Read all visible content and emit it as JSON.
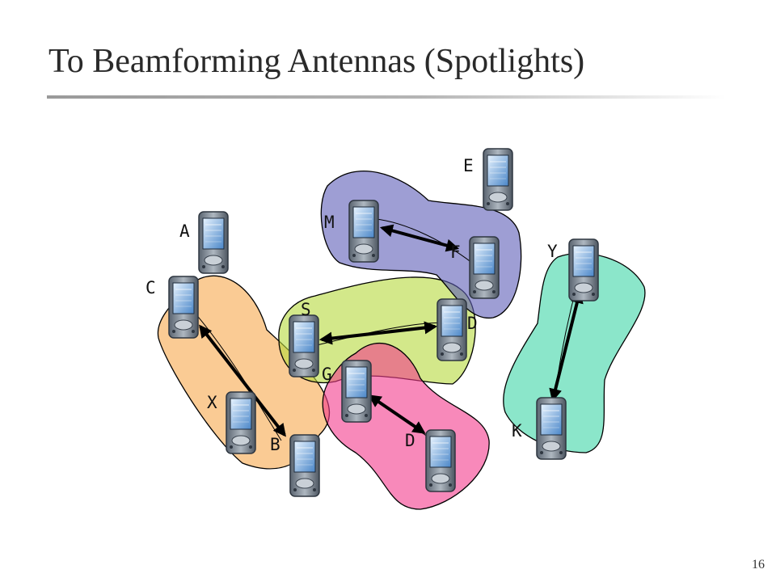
{
  "title": "To Beamforming Antennas (Spotlights)",
  "page_number": "16",
  "colors": {
    "beam_orange": "#f7a94d",
    "beam_green": "#b5d93c",
    "beam_pink": "#f33a8c",
    "beam_purple": "#5e5eb8",
    "beam_teal": "#3dd6a6",
    "arrow": "#000000"
  },
  "nodes": {
    "A": "A",
    "B": "B",
    "C": "C",
    "D1": "D",
    "D2": "D",
    "E": "E",
    "F": "F",
    "G": "G",
    "K": "K",
    "M": "M",
    "S": "S",
    "X": "X",
    "Y": "Y"
  },
  "device_icon": "pda-icon",
  "links": [
    {
      "from": "C",
      "to": "B",
      "beam": "orange"
    },
    {
      "from": "S",
      "to": "D",
      "beam": "green"
    },
    {
      "from": "G",
      "to": "D",
      "beam": "pink"
    },
    {
      "from": "M",
      "to": "F",
      "beam": "purple"
    },
    {
      "from": "Y",
      "to": "K",
      "beam": "teal"
    }
  ]
}
